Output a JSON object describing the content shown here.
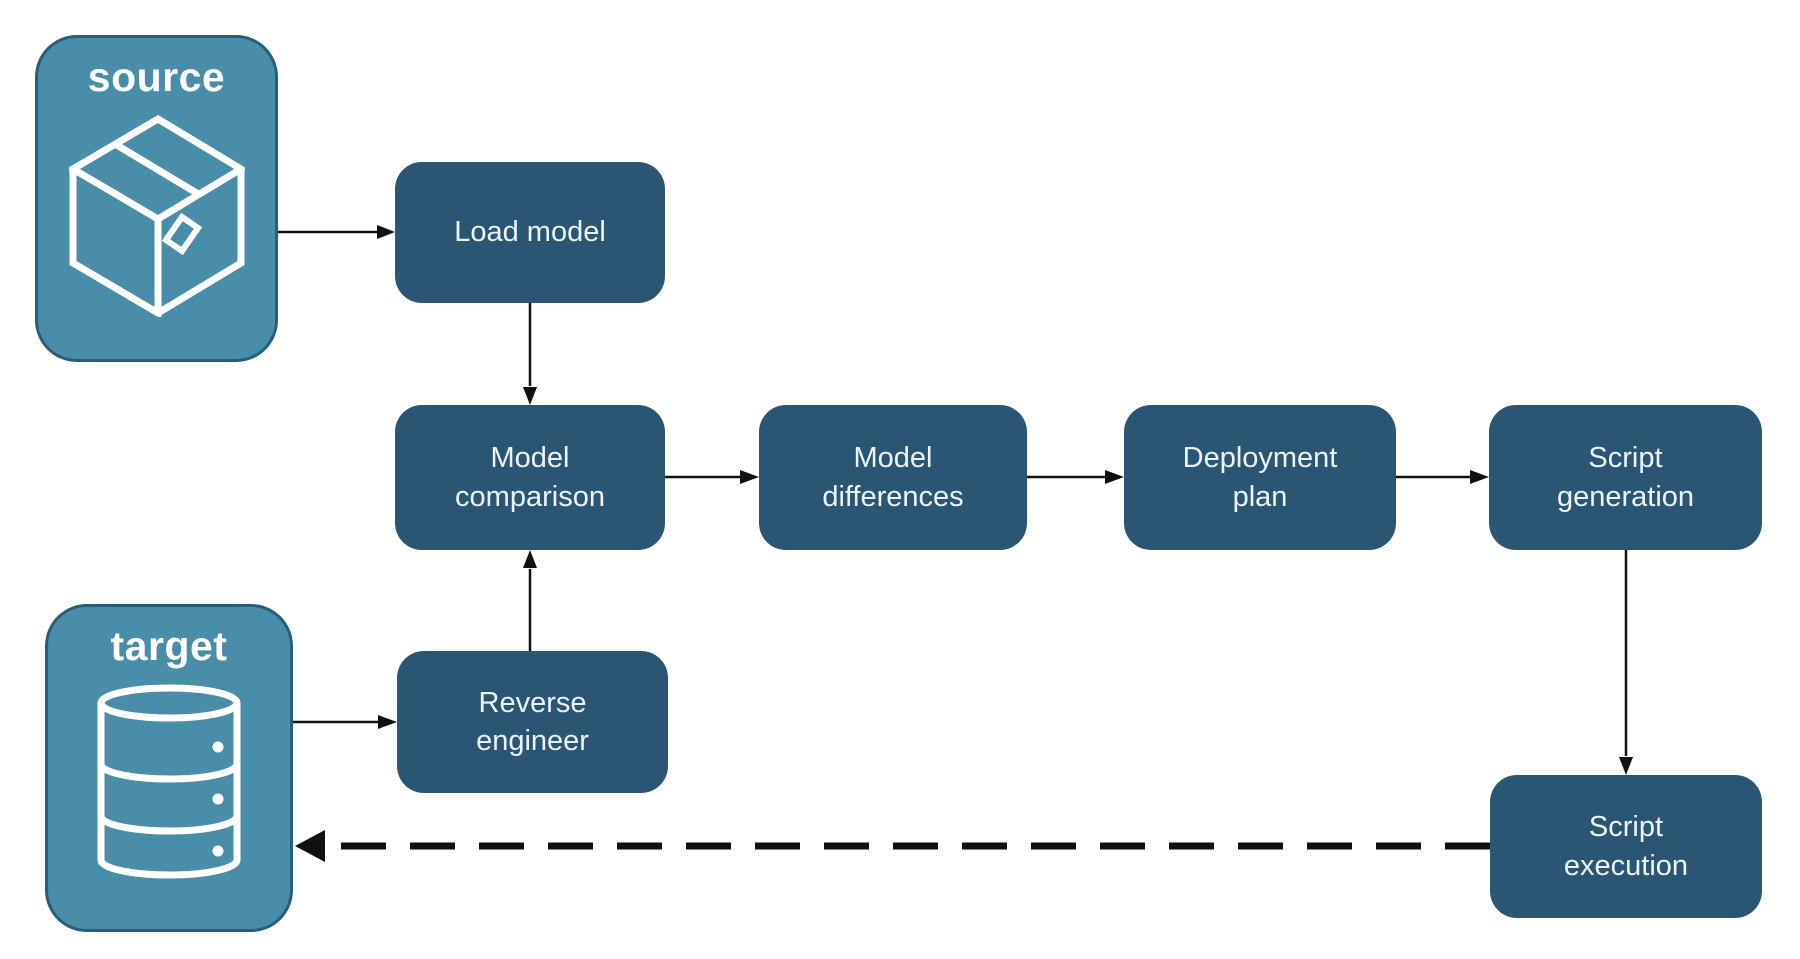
{
  "diagram": {
    "endpoints": {
      "source": {
        "label": "source",
        "icon": "package-box-icon"
      },
      "target": {
        "label": "target",
        "icon": "database-icon"
      }
    },
    "nodes": {
      "load_model": {
        "label": "Load model"
      },
      "model_comparison": {
        "label": "Model\ncomparison"
      },
      "model_differences": {
        "label": "Model\ndifferences"
      },
      "deployment_plan": {
        "label": "Deployment\nplan"
      },
      "script_generation": {
        "label": "Script\ngeneration"
      },
      "reverse_engineer": {
        "label": "Reverse\nengineer"
      },
      "script_execution": {
        "label": "Script\nexecution"
      }
    },
    "edges": [
      {
        "from": "source",
        "to": "load_model",
        "style": "solid"
      },
      {
        "from": "load_model",
        "to": "model_comparison",
        "style": "solid"
      },
      {
        "from": "target",
        "to": "reverse_engineer",
        "style": "solid"
      },
      {
        "from": "reverse_engineer",
        "to": "model_comparison",
        "style": "solid"
      },
      {
        "from": "model_comparison",
        "to": "model_differences",
        "style": "solid"
      },
      {
        "from": "model_differences",
        "to": "deployment_plan",
        "style": "solid"
      },
      {
        "from": "deployment_plan",
        "to": "script_generation",
        "style": "solid"
      },
      {
        "from": "script_generation",
        "to": "script_execution",
        "style": "solid"
      },
      {
        "from": "script_execution",
        "to": "target",
        "style": "dashed"
      }
    ],
    "colors": {
      "node_fill": "#2A5674",
      "endpoint_fill": "#4A8DA8",
      "endpoint_border": "#255F7A",
      "arrow": "#111111",
      "node_text": "#ECF2F6",
      "endpoint_text": "#FFFFFF",
      "background": "#FFFFFF"
    }
  }
}
